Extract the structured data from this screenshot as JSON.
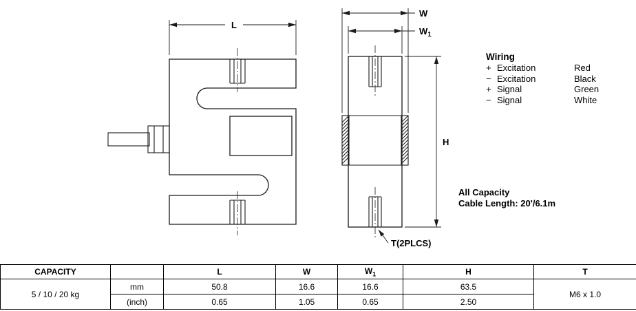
{
  "drawing": {
    "dim_labels": {
      "L": "L",
      "W": "W",
      "W1_main": "W",
      "W1_sub": "1",
      "H": "H"
    },
    "thread_callout": "T(2PLCS)"
  },
  "wiring": {
    "title": "Wiring",
    "rows": [
      {
        "sign": "+",
        "name": "Excitation",
        "color": "Red"
      },
      {
        "sign": "−",
        "name": "Excitation",
        "color": "Black"
      },
      {
        "sign": "+",
        "name": "Signal",
        "color": "Green"
      },
      {
        "sign": "−",
        "name": "Signal",
        "color": "White"
      }
    ]
  },
  "note": {
    "line1": "All Capacity",
    "line2": "Cable Length: 20'/6.1m"
  },
  "table": {
    "headers": {
      "capacity": "CAPACITY",
      "unit": "",
      "l": "L",
      "w": "W",
      "w1_main": "W",
      "w1_sub": "1",
      "h": "H",
      "t": "T"
    },
    "capacity_value": "5 / 10 / 20 kg",
    "rows": [
      {
        "unit": "mm",
        "l": "50.8",
        "w": "16.6",
        "w1": "16.6",
        "h": "63.5"
      },
      {
        "unit": "(inch)",
        "l": "0.65",
        "w": "1.05",
        "w1": "0.65",
        "h": "2.50"
      }
    ],
    "t_value": "M6 x 1.0"
  }
}
